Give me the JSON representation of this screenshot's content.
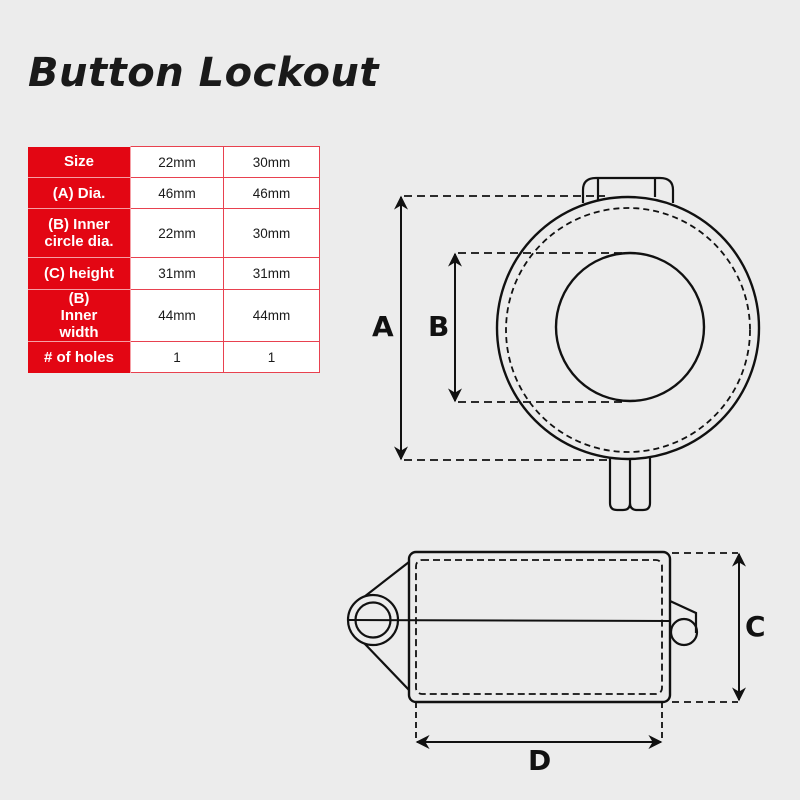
{
  "title": "Button Lockout",
  "spec_table": {
    "header_color": "#e30613",
    "rows": [
      {
        "label": "Size",
        "values": [
          "22mm",
          "30mm"
        ],
        "height": 31
      },
      {
        "label": "(A) Dia.",
        "values": [
          "46mm",
          "46mm"
        ],
        "height": 31
      },
      {
        "label": "(B) Inner circle dia.",
        "values": [
          "22mm",
          "30mm"
        ],
        "height": 49
      },
      {
        "label": "(C) height",
        "values": [
          "31mm",
          "31mm"
        ],
        "height": 32
      },
      {
        "label": "(B) Inner width",
        "values": [
          "44mm",
          "44mm"
        ],
        "height": 49
      },
      {
        "label": "# of holes",
        "values": [
          "1",
          "1"
        ],
        "height": 31
      }
    ]
  },
  "diagram": {
    "front_view": {
      "dimension_labels": {
        "a": "A",
        "b": "B"
      }
    },
    "side_view": {
      "dimension_labels": {
        "c": "C",
        "d": "D"
      }
    }
  }
}
